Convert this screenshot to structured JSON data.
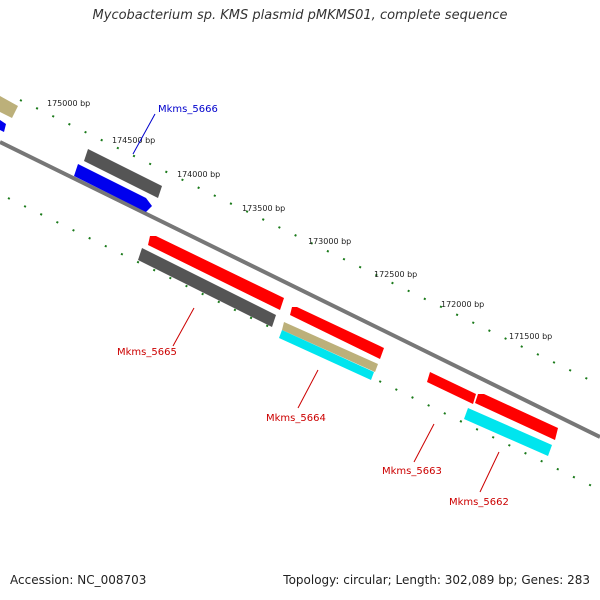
{
  "title": "Mycobacterium sp. KMS plasmid pMKMS01, complete sequence",
  "footer": {
    "accession": "Accession: NC_008703",
    "topology": "Topology: circular; Length: 302,089 bp; Genes: 283"
  },
  "ticks": [
    "175000 bp",
    "174500 bp",
    "174000 bp",
    "173500 bp",
    "173000 bp",
    "172500 bp",
    "172000 bp",
    "171500 bp"
  ],
  "gene_labels": [
    {
      "name": "Mkms_5666",
      "color": "#0000cc"
    },
    {
      "name": "Mkms_5665",
      "color": "#cc0000"
    },
    {
      "name": "Mkms_5664",
      "color": "#cc0000"
    },
    {
      "name": "Mkms_5663",
      "color": "#cc0000"
    },
    {
      "name": "Mkms_5662",
      "color": "#cc0000"
    }
  ],
  "colors": {
    "backbone": "#777777",
    "ticks": "#1a7a1a",
    "forward_gene": "#ff0000",
    "reverse_gene": "#0000ee",
    "grey_feature": "#555555",
    "tan_feature": "#bcb07a",
    "cyan_feature": "#00e5ee"
  }
}
